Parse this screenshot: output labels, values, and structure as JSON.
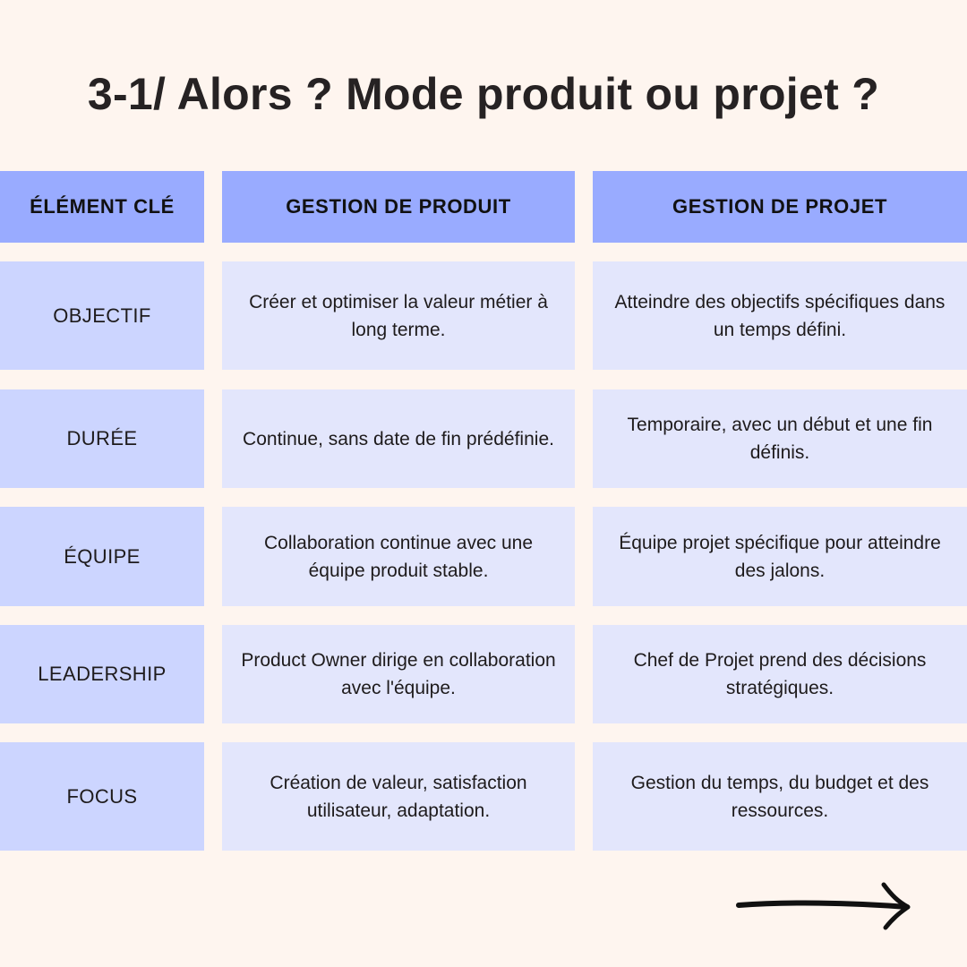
{
  "title": "3-1/ Alors ? Mode produit ou projet ?",
  "headers": [
    "ÉLÉMENT CLÉ",
    "GESTION DE PRODUIT",
    "GESTION DE PROJET"
  ],
  "rows": [
    {
      "key": "OBJECTIF",
      "produit": "Créer et optimiser la valeur métier à long terme.",
      "projet": "Atteindre des objectifs spécifiques dans un temps défini."
    },
    {
      "key": "DURÉE",
      "produit": "Continue, sans date de fin prédéfinie.",
      "projet": "Temporaire, avec un début et une fin définis."
    },
    {
      "key": "ÉQUIPE",
      "produit": "Collaboration continue avec une équipe produit stable.",
      "projet": "Équipe projet spécifique pour atteindre des jalons."
    },
    {
      "key": "LEADERSHIP",
      "produit": "Product Owner dirige en collaboration avec l'équipe.",
      "projet": "Chef de Projet prend des décisions stratégiques."
    },
    {
      "key": "FOCUS",
      "produit": "Création de valeur, satisfaction utilisateur, adaptation.",
      "projet": "Gestion du temps, du budget et des ressources."
    }
  ],
  "icons": {
    "next": "arrow-right-icon"
  }
}
